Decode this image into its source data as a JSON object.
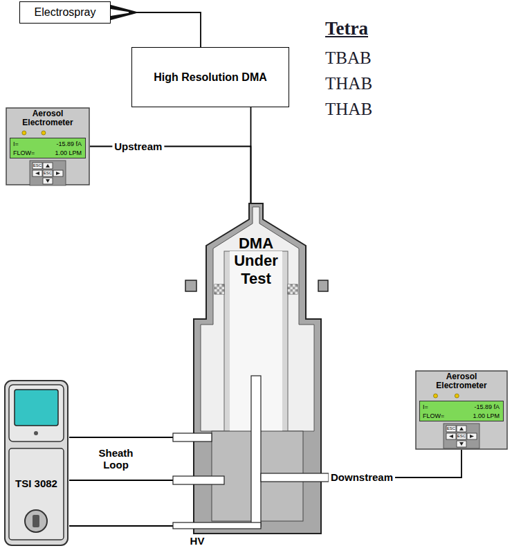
{
  "diagram": {
    "nodes": [
      {
        "text": [
          "Electrospray"
        ]
      },
      {
        "text": [
          "High Resolution DMA"
        ]
      },
      {
        "text": [
          "Aerosol Electrometer"
        ]
      },
      {
        "text": [
          "I=",
          "-15.89 fA",
          "FLOW=",
          "1.00 LPM"
        ],
        "in": 2
      },
      {
        "text": [
          "DMA Under Test"
        ]
      },
      {
        "text": [
          "Aerosol Electrometer"
        ]
      },
      {
        "text": [
          "I=",
          "-15.89 fA",
          "FLOW=",
          "1.00 LPM"
        ],
        "in": 5
      },
      {
        "text": [
          "TSI 3082"
        ]
      }
    ],
    "edges": [
      {
        "from": 0,
        "to": 1,
        "arrow": "none"
      },
      {
        "from": 1,
        "to": 4,
        "arrow": "none"
      },
      {
        "from": 2,
        "to": 4,
        "label": "Upstream",
        "arrow": "none"
      },
      {
        "from": 4,
        "to": 5,
        "label": "Downstream",
        "arrow": "none"
      },
      {
        "from": 7,
        "to": 4,
        "label": "Sheath Loop",
        "arrow": "none"
      },
      {
        "from": 7,
        "to": 4,
        "arrow": "none"
      },
      {
        "from": 7,
        "to": 4,
        "label": "HV",
        "arrow": "none"
      }
    ],
    "labels": [
      "Tetra",
      "TBAB",
      "THAB",
      "THAB",
      "ESC",
      "ESC",
      "ESC",
      "ESC"
    ]
  }
}
